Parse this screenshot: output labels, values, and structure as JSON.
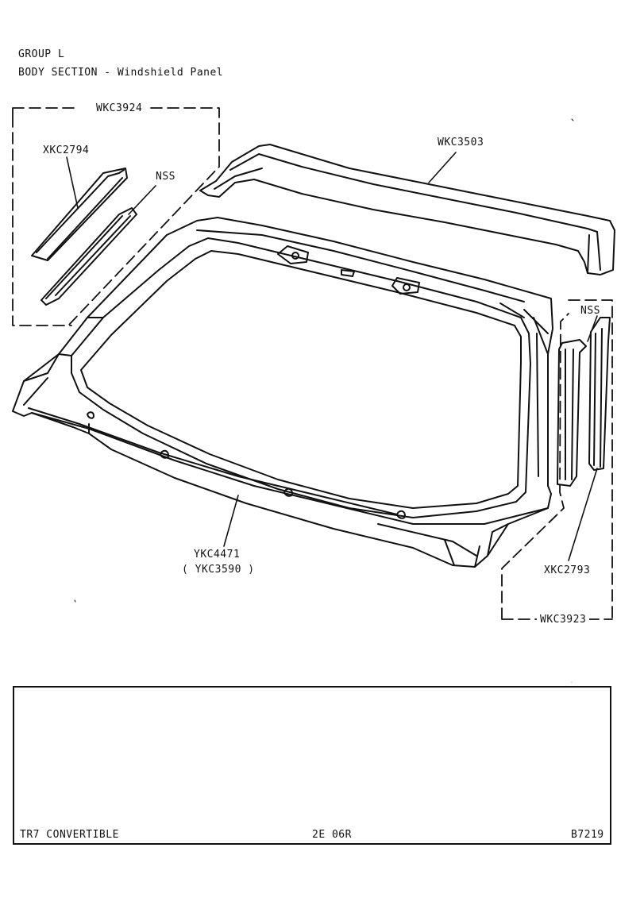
{
  "header": {
    "group": "GROUP L",
    "section": "BODY SECTION - Windshield Panel"
  },
  "callouts": {
    "kit_left": "WKC3924",
    "part_left_post": "XKC2794",
    "nss_left": "NSS",
    "header_rail": "WKC3503",
    "nss_right": "NSS",
    "frame_main": "YKC4471",
    "frame_alt": "( YKC3590 )",
    "part_right_post": "XKC2793",
    "kit_right": "WKC3923"
  },
  "footer": {
    "model": "TR7 CONVERTIBLE",
    "page_code": "2E 06R",
    "ref": "B7219"
  }
}
